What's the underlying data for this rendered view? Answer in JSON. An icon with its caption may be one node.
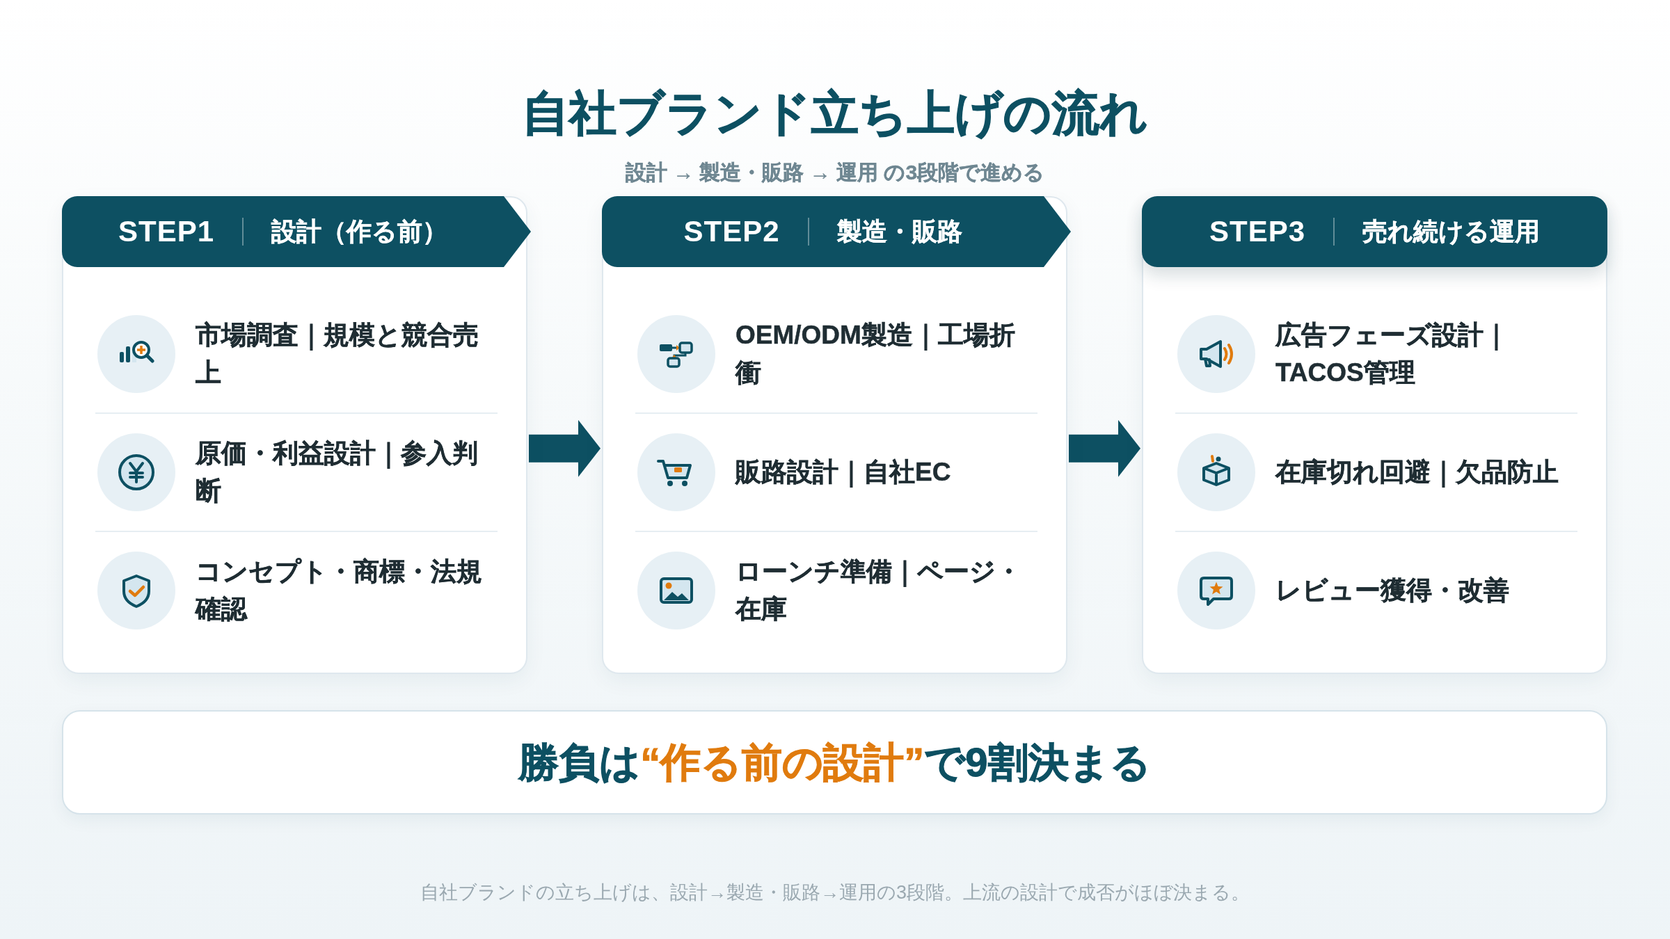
{
  "diagram": {
    "title": "自社ブランド立ち上げの流れ",
    "caption": "自社ブランドの立ち上げは、設計→製造・販路→運用の3段階。上流の設計で成否がほぼ決まる。",
    "nodes": [
      {
        "text": [
          "市場調査｜規模と競合売上",
          "原価・利益設計｜参入判断",
          "コンセプト・商標・法規確認"
        ]
      },
      {
        "text": [
          "STEP1",
          "設計（作る前）"
        ],
        "in": 0
      },
      {
        "text": [
          "OEM/ODM製造｜工場折衝",
          "販路設計｜自社EC",
          "ローンチ準備｜ページ・在庫"
        ]
      },
      {
        "text": [
          "STEP2",
          "製造・販路"
        ],
        "in": 2
      },
      {
        "text": [
          "広告フェーズ設計｜TACOS管理",
          "在庫切れ回避｜欠品防止",
          "レビュー獲得・改善"
        ]
      },
      {
        "text": [
          "STEP3",
          "売れ続ける運用"
        ],
        "in": 4
      },
      {
        "text": [
          "勝負は**“作る前の設計”**で9割決まる"
        ]
      }
    ],
    "edges": [
      {
        "from": 0,
        "to": 2,
        "arrow": "to"
      },
      {
        "from": 2,
        "to": 4,
        "arrow": "to"
      }
    ],
    "labels": [
      "設計 → 製造・販路 → 運用 の3段階で進める"
    ]
  }
}
